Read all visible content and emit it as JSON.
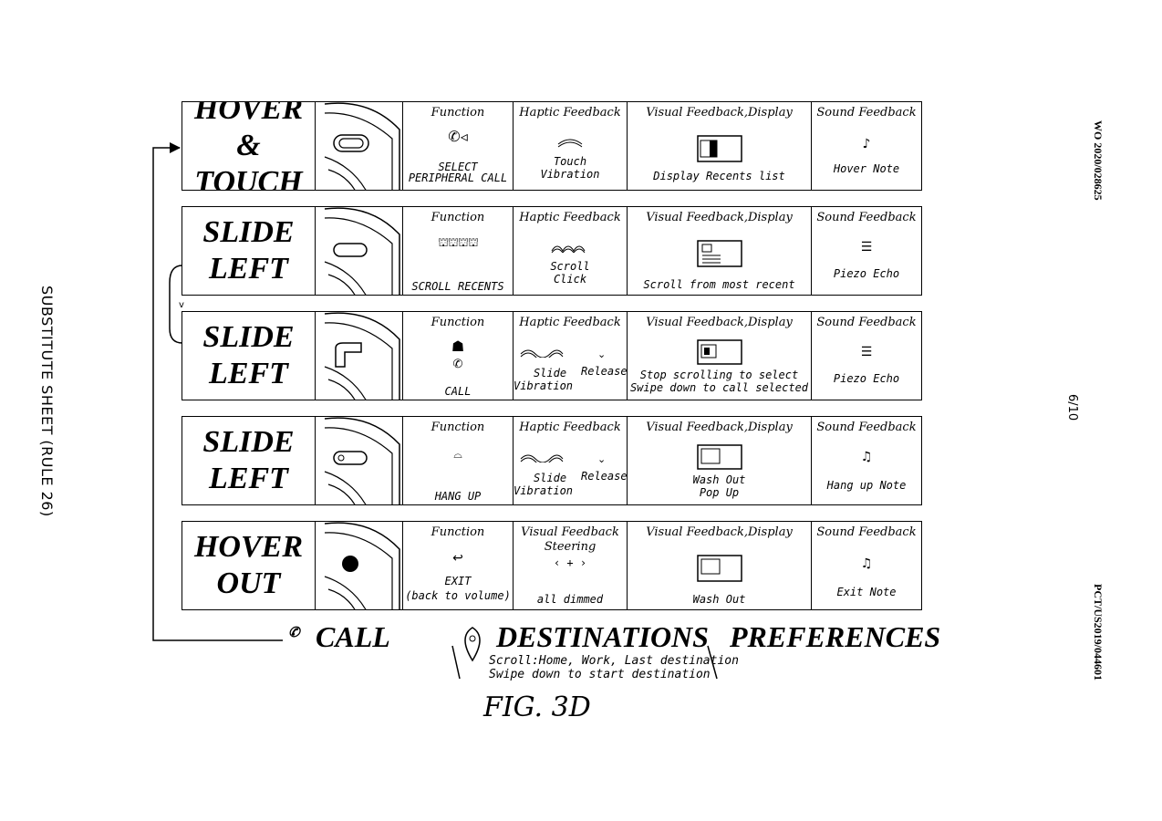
{
  "side": {
    "left_text": "SUBSTITUTE SHEET (RULE 26)",
    "top_right": "WO 2020/028625",
    "page_no": "6/10",
    "bottom_right": "PCT/US2019/044601"
  },
  "headers": {
    "function": "Function",
    "haptic": "Haptic Feedback",
    "visual": "Visual Feedback,Display",
    "sound": "Sound Feedback"
  },
  "rows": [
    {
      "gesture": [
        "HOVER &",
        "TOUCH"
      ],
      "function_text": [
        "SELECT",
        "PERIPHERAL CALL"
      ],
      "function_icon": "phone-ring-icon",
      "haptic_left": [
        "Touch",
        "Vibration"
      ],
      "visual_text": [
        "Display Recents list"
      ],
      "sound_text": "Hover Note"
    },
    {
      "gesture": [
        "SLIDE",
        "LEFT"
      ],
      "function_text": [
        "SCROLL RECENTS"
      ],
      "function_icon": "contacts-row-icon",
      "haptic_left": [
        "Scroll",
        "Click"
      ],
      "visual_text": [
        "Scroll from most recent"
      ],
      "sound_text": "Piezo Echo"
    },
    {
      "gesture": [
        "SLIDE",
        "LEFT"
      ],
      "function_text": [
        "CALL"
      ],
      "function_icon": "contact-call-icon",
      "haptic_left": [
        "Slide",
        "Vibration"
      ],
      "haptic_right": "Release",
      "visual_text": [
        "Stop scrolling to select",
        "Swipe down to call selected"
      ],
      "sound_text": "Piezo Echo"
    },
    {
      "gesture": [
        "SLIDE",
        "LEFT"
      ],
      "function_text": [
        "HANG UP"
      ],
      "function_icon": "hang-up-icon",
      "haptic_left": [
        "Slide",
        "Vibration"
      ],
      "haptic_right": "Release",
      "visual_text": [
        "Wash Out",
        "Pop Up"
      ],
      "sound_text": "Hang up Note"
    },
    {
      "gesture": [
        "HOVER",
        "OUT"
      ],
      "function_text": [
        "EXIT",
        "(back to volume)"
      ],
      "function_icon": "exit-arrow-icon",
      "haptic_header": "Visual Feedback",
      "haptic_sub": "Steering",
      "haptic_left": [
        "all dimmed"
      ],
      "visual_text": [
        "Wash Out"
      ],
      "sound_text": "Exit Note"
    }
  ],
  "nav": {
    "call": "CALL",
    "destinations": "DESTINATIONS",
    "preferences": "PREFERENCES",
    "dest_line1": "Scroll:Home, Work, Last destination",
    "dest_line2": "Swipe down to start destination"
  },
  "figure_label": "FIG. 3D"
}
